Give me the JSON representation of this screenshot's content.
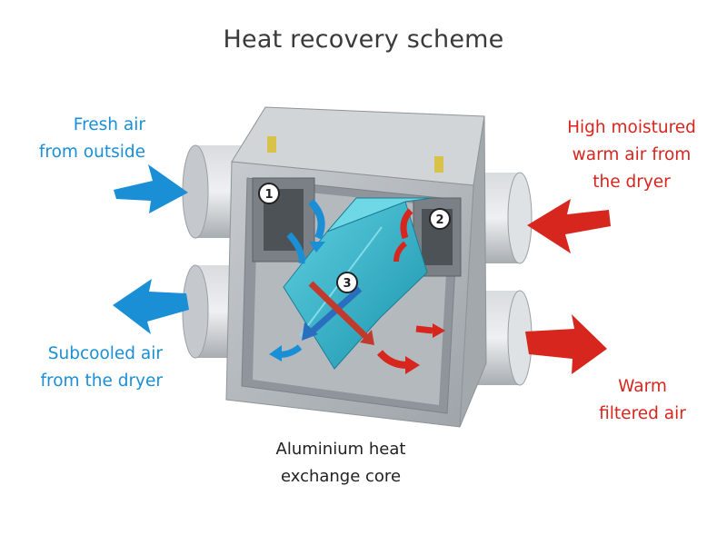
{
  "title": "Heat recovery scheme",
  "labels": {
    "fresh_air": [
      "Fresh air",
      "from outside"
    ],
    "subcooled_air": [
      "Subcooled air",
      "from the dryer"
    ],
    "high_moistured": [
      "High moistured",
      "warm air from",
      "the dryer"
    ],
    "warm_filtered": [
      "Warm",
      "filtered air"
    ],
    "core": [
      "Aluminium heat",
      "exchange core"
    ]
  },
  "markers": [
    "1",
    "2",
    "3"
  ],
  "colors": {
    "cold_flow": "#1a8fd6",
    "warm_flow": "#d7261e",
    "core": "#2aaec4",
    "housing": "#b9bec3",
    "text_dark": "#222222",
    "title": "#3a3a3a"
  }
}
